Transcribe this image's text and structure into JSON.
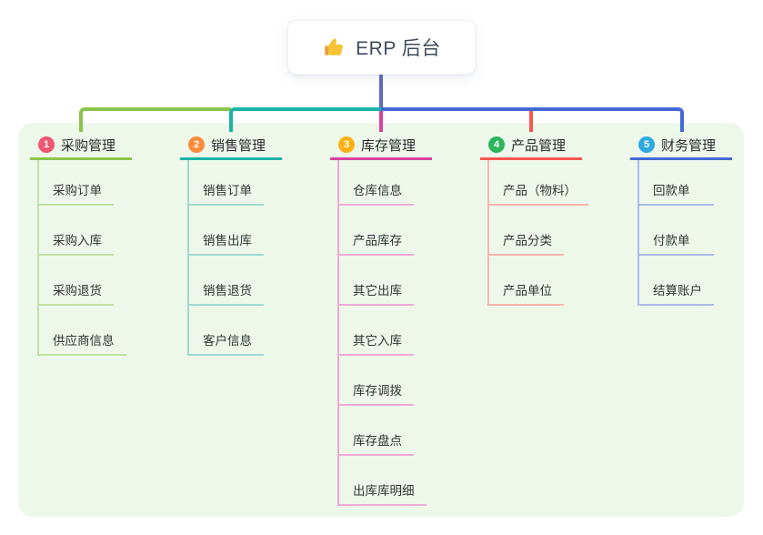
{
  "root": {
    "label": "ERP 后台",
    "icon": "thumbs-up-icon"
  },
  "colors": {
    "canvas_bg": "#ffffff",
    "panel_bg": "#edf8eb",
    "stem": "#5c6bc0",
    "root_text": "#3d4c5c",
    "leaf_text": "#333333"
  },
  "branches": [
    {
      "index": "1",
      "label": "采购管理",
      "badge_color": "#ee5772",
      "line_color": "#8bc34a",
      "light_color": "#c3e0a3",
      "children": [
        "采购订单",
        "采购入库",
        "采购退货",
        "供应商信息"
      ]
    },
    {
      "index": "2",
      "label": "销售管理",
      "badge_color": "#fb8c3c",
      "line_color": "#1cb2a6",
      "light_color": "#9fd9d1",
      "children": [
        "销售订单",
        "销售出库",
        "销售退货",
        "客户信息"
      ]
    },
    {
      "index": "3",
      "label": "库存管理",
      "badge_color": "#fbb116",
      "line_color": "#d8429f",
      "light_color": "#efaad4",
      "children": [
        "仓库信息",
        "产品库存",
        "其它出库",
        "其它入库",
        "库存调拨",
        "库存盘点",
        "出库库明细"
      ]
    },
    {
      "index": "4",
      "label": "产品管理",
      "badge_color": "#2db55d",
      "line_color": "#f8564e",
      "light_color": "#fab4ae",
      "children": [
        "产品（物料）",
        "产品分类",
        "产品单位"
      ]
    },
    {
      "index": "5",
      "label": "财务管理",
      "badge_color": "#30a9e0",
      "line_color": "#4468d4",
      "light_color": "#aab9e6",
      "children": [
        "回款单",
        "付款单",
        "结算账户"
      ]
    }
  ]
}
